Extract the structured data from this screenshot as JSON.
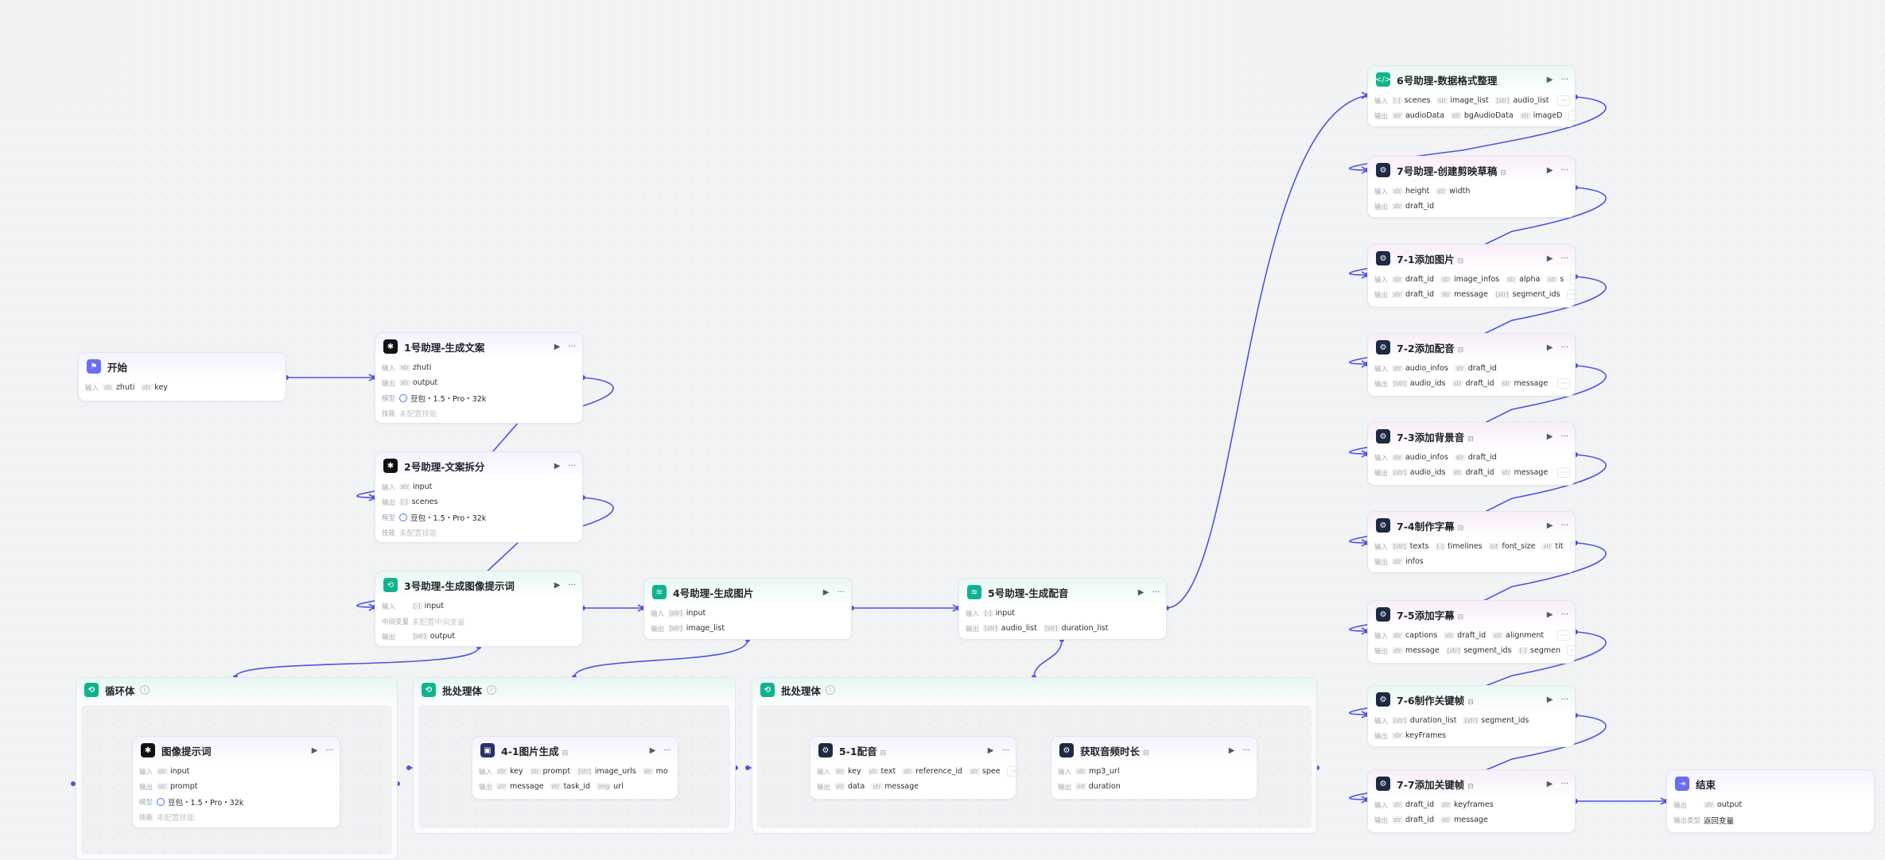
{
  "labels": {
    "in": "输入",
    "out": "输出",
    "model": "模型",
    "skill": "技能",
    "mid": "中间变量",
    "outtype": "输出类型"
  },
  "icons": {
    "play": "play-icon",
    "more": "more-icon",
    "info": "info-icon"
  },
  "colors": {
    "edge": "#4d53e8",
    "accent": "#6b6cf6",
    "green": "#0fb38e"
  },
  "n_start": {
    "title": "开始",
    "inputs": [
      {
        "t": "str",
        "n": "zhuti"
      },
      {
        "t": "str",
        "n": "key"
      }
    ]
  },
  "n_a1": {
    "title": "1号助理-生成文案",
    "in": [
      {
        "t": "str",
        "n": "zhuti"
      }
    ],
    "out": [
      {
        "t": "str",
        "n": "output"
      }
    ],
    "model": "豆包・1.5・Pro・32k",
    "skill": "未配置技能"
  },
  "n_a2": {
    "title": "2号助理-文案拆分",
    "in": [
      {
        "t": "str",
        "n": "input"
      }
    ],
    "out": [
      {
        "t": "[-]",
        "n": "scenes"
      }
    ],
    "model": "豆包・1.5・Pro・32k",
    "skill": "未配置技能"
  },
  "n_a3": {
    "title": "3号助理-生成图像提示词",
    "in": [
      {
        "t": "[-]",
        "n": "input"
      }
    ],
    "mid": "未配置中间变量",
    "out": [
      {
        "t": "[str]",
        "n": "output"
      }
    ]
  },
  "n_a4": {
    "title": "4号助理-生成图片",
    "in": [
      {
        "t": "[str]",
        "n": "input"
      }
    ],
    "out": [
      {
        "t": "[str]",
        "n": "image_list"
      }
    ]
  },
  "n_a5": {
    "title": "5号助理-生成配音",
    "in": [
      {
        "t": "[-]",
        "n": "input"
      }
    ],
    "out": [
      {
        "t": "[str]",
        "n": "audio_list"
      },
      {
        "t": "[str]",
        "n": "duration_list"
      }
    ]
  },
  "c_loop": {
    "title": "循环体"
  },
  "c_batch1": {
    "title": "批处理体"
  },
  "c_batch2": {
    "title": "批处理体"
  },
  "n_imgprompt": {
    "title": "图像提示词",
    "in": [
      {
        "t": "str",
        "n": "input"
      }
    ],
    "out": [
      {
        "t": "str",
        "n": "prompt"
      }
    ],
    "model": "豆包・1.5・Pro・32k",
    "skill": "未配置技能"
  },
  "n_41": {
    "title": "4-1图片生成",
    "in": [
      {
        "t": "str",
        "n": "key"
      },
      {
        "t": "str",
        "n": "prompt"
      },
      {
        "t": "[str]",
        "n": "image_urls"
      },
      {
        "t": "str",
        "n": "mo"
      }
    ],
    "out": [
      {
        "t": "str",
        "n": "message"
      },
      {
        "t": "str",
        "n": "task_id"
      },
      {
        "t": "img",
        "n": "url"
      }
    ]
  },
  "n_51": {
    "title": "5-1配音",
    "in": [
      {
        "t": "str",
        "n": "key"
      },
      {
        "t": "str",
        "n": "text"
      },
      {
        "t": "str",
        "n": "reference_id"
      },
      {
        "t": "str",
        "n": "spee"
      }
    ],
    "out": [
      {
        "t": "str",
        "n": "data"
      },
      {
        "t": "str",
        "n": "message"
      }
    ]
  },
  "n_dur": {
    "title": "获取音频时长",
    "in": [
      {
        "t": "str",
        "n": "mp3_url"
      }
    ],
    "out": [
      {
        "t": "int",
        "n": "duration"
      }
    ]
  },
  "n_6": {
    "title": "6号助理-数据格式整理",
    "in": [
      {
        "t": "[-]",
        "n": "scenes"
      },
      {
        "t": "str",
        "n": "image_list"
      },
      {
        "t": "[str]",
        "n": "audio_list"
      }
    ],
    "out": [
      {
        "t": "str",
        "n": "audioData"
      },
      {
        "t": "str",
        "n": "bgAudioData"
      },
      {
        "t": "str",
        "n": "imageD"
      }
    ]
  },
  "n_7": {
    "title": "7号助理-创建剪映草稿",
    "in": [
      {
        "t": "str",
        "n": "height"
      },
      {
        "t": "str",
        "n": "width"
      }
    ],
    "out": [
      {
        "t": "str",
        "n": "draft_id"
      }
    ]
  },
  "n_71": {
    "title": "7-1添加图片",
    "in": [
      {
        "t": "str",
        "n": "draft_id"
      },
      {
        "t": "str",
        "n": "image_infos"
      },
      {
        "t": "str",
        "n": "alpha"
      },
      {
        "t": "str",
        "n": "s"
      }
    ],
    "out": [
      {
        "t": "str",
        "n": "draft_id"
      },
      {
        "t": "str",
        "n": "message"
      },
      {
        "t": "[str]",
        "n": "segment_ids"
      }
    ]
  },
  "n_72": {
    "title": "7-2添加配音",
    "in": [
      {
        "t": "str",
        "n": "audio_infos"
      },
      {
        "t": "str",
        "n": "draft_id"
      }
    ],
    "out": [
      {
        "t": "[str]",
        "n": "audio_ids"
      },
      {
        "t": "str",
        "n": "draft_id"
      },
      {
        "t": "str",
        "n": "message"
      }
    ]
  },
  "n_73": {
    "title": "7-3添加背景音",
    "in": [
      {
        "t": "str",
        "n": "audio_infos"
      },
      {
        "t": "str",
        "n": "draft_id"
      }
    ],
    "out": [
      {
        "t": "[str]",
        "n": "audio_ids"
      },
      {
        "t": "str",
        "n": "draft_id"
      },
      {
        "t": "str",
        "n": "message"
      }
    ]
  },
  "n_74": {
    "title": "7-4制作字幕",
    "in": [
      {
        "t": "[str]",
        "n": "texts"
      },
      {
        "t": "[-]",
        "n": "timelines"
      },
      {
        "t": "int",
        "n": "font_size"
      },
      {
        "t": "str",
        "n": "tit"
      }
    ],
    "out": [
      {
        "t": "str",
        "n": "infos"
      }
    ]
  },
  "n_75": {
    "title": "7-5添加字幕",
    "in": [
      {
        "t": "str",
        "n": "captions"
      },
      {
        "t": "str",
        "n": "draft_id"
      },
      {
        "t": "str",
        "n": "alignment"
      }
    ],
    "out": [
      {
        "t": "str",
        "n": "message"
      },
      {
        "t": "[str]",
        "n": "segment_ids"
      },
      {
        "t": "[-]",
        "n": "segmen"
      }
    ]
  },
  "n_76": {
    "title": "7-6制作关键帧",
    "in": [
      {
        "t": "[str]",
        "n": "duration_list"
      },
      {
        "t": "[str]",
        "n": "segment_ids"
      }
    ],
    "out": [
      {
        "t": "str",
        "n": "keyFrames"
      }
    ]
  },
  "n_77": {
    "title": "7-7添加关键帧",
    "in": [
      {
        "t": "str",
        "n": "draft_id"
      },
      {
        "t": "str",
        "n": "keyframes"
      }
    ],
    "out": [
      {
        "t": "str",
        "n": "draft_id"
      },
      {
        "t": "str",
        "n": "message"
      }
    ]
  },
  "n_end": {
    "title": "结束",
    "out": [
      {
        "t": "str",
        "n": "output"
      }
    ],
    "outtype": "返回变量"
  }
}
